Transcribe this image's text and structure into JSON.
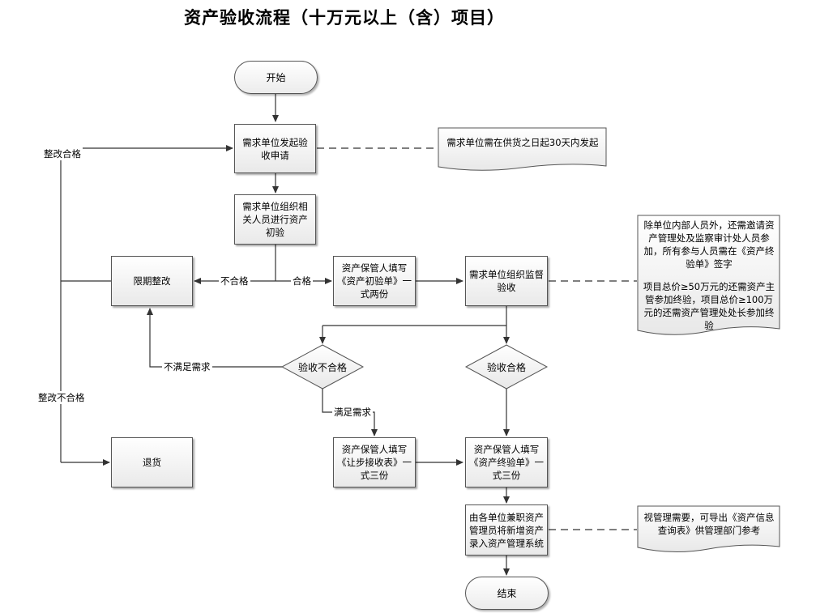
{
  "title": "资产验收流程（十万元以上（含）项目）",
  "nodes": {
    "start": "开始",
    "apply": "需求单位发起验收申请",
    "initial_check": "需求单位组织相关人员进行资产初验",
    "rectify": "限期整改",
    "fill_initial_form": "资产保管人填写《资产初验单》一式两份",
    "supervise_check": "需求单位组织监督验收",
    "fail_decision": "验收不合格",
    "pass_decision": "验收合格",
    "return_goods": "退货",
    "fill_concession_form": "资产保管人填写《让步接收表》一式三份",
    "fill_final_form": "资产保管人填写《资产终验单》一式三份",
    "enter_system": "由各单位兼职资产管理员将新增资产录入资产管理系统",
    "end": "结束"
  },
  "notes": {
    "apply_note": "需求单位需在供货之日起30天内发起",
    "supervise_note_1": "除单位内部人员外，还需邀请资产管理处及监察审计处人员参加，所有参与人员需在《资产终验单》签字",
    "supervise_note_2": "项目总价≥50万元的还需资产主管参加终验，项目总价≥100万元的还需资产管理处处长参加终验",
    "system_note": "视管理需要，可导出《资产信息查询表》供管理部门参考"
  },
  "edge_labels": {
    "rectify_pass": "整改合格",
    "rectify_fail": "整改不合格",
    "not_qualified": "不合格",
    "qualified": "合格",
    "not_meet_needs": "不满足需求",
    "meet_needs": "满足需求"
  }
}
